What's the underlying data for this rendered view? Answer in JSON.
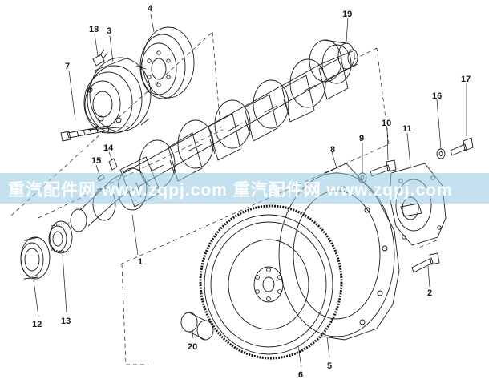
{
  "diagram": {
    "part_callouts": [
      "1",
      "2",
      "3",
      "4",
      "5",
      "6",
      "7",
      "8",
      "9",
      "10",
      "11",
      "12",
      "13",
      "14",
      "15",
      "16",
      "17",
      "18",
      "19",
      "20"
    ]
  },
  "watermark": {
    "text": "重汽配件网 www.zqpj.com 重汽配件网 www.zqpj.com"
  }
}
